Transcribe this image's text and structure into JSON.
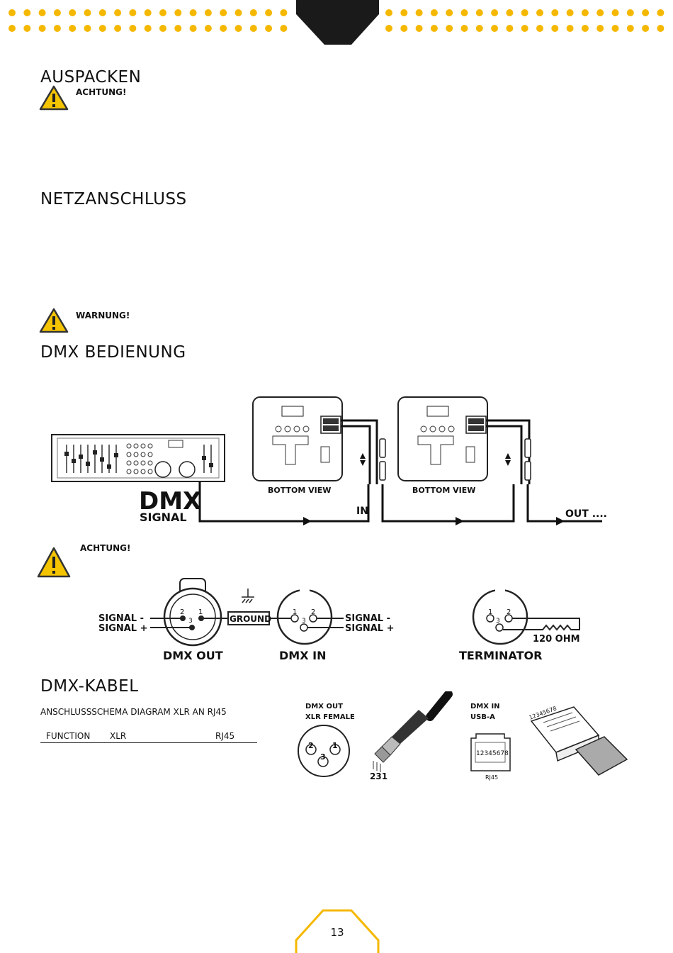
{
  "sections": {
    "unpack": {
      "title": "AUSPACKEN",
      "warning_label": "ACHTUNG!"
    },
    "power": {
      "title": "NETZANSCHLUSS",
      "warning_label": "WARNUNG!"
    },
    "dmx": {
      "title": "DMX BEDIENUNG",
      "diagram": {
        "dmx_big": "DMX",
        "signal_label": "SIGNAL",
        "bottom_view_1": "BOTTOM VIEW",
        "bottom_view_2": "BOTTOM VIEW",
        "in_label": "IN",
        "out_label": "OUT ...."
      },
      "warning_label": "ACHTUNG!",
      "pinout": {
        "signal_minus_left": "SIGNAL -",
        "signal_plus_left": "SIGNAL +",
        "ground": "GROUND",
        "signal_minus_right": "SIGNAL -",
        "signal_plus_right": "SIGNAL +",
        "dmx_out": "DMX OUT",
        "dmx_in": "DMX IN",
        "terminator": "TERMINATOR",
        "ohm": "120 OHM",
        "pin1": "1",
        "pin2": "2",
        "pin3": "3"
      }
    },
    "cable": {
      "title": "DMX-KABEL",
      "subtitle": "ANSCHLUSSSCHEMA DIAGRAM XLR AN RJ45",
      "table_headers": [
        "FUNCTION",
        "XLR",
        "RJ45"
      ],
      "dmx_out_line1": "DMX OUT",
      "dmx_out_line2": "XLR FEMALE",
      "dmx_in_line1": "DMX IN",
      "dmx_in_line2": "USB-A",
      "rj45_label": "RJ45",
      "rj45_pins": "12345678",
      "plug_pins": "12345678",
      "xlr_pins_label": "231"
    }
  },
  "footer": {
    "page_number": "13"
  },
  "colors": {
    "accent": "#F5B800",
    "dark": "#1a1a1a",
    "warning_yellow": "#F5C400"
  }
}
